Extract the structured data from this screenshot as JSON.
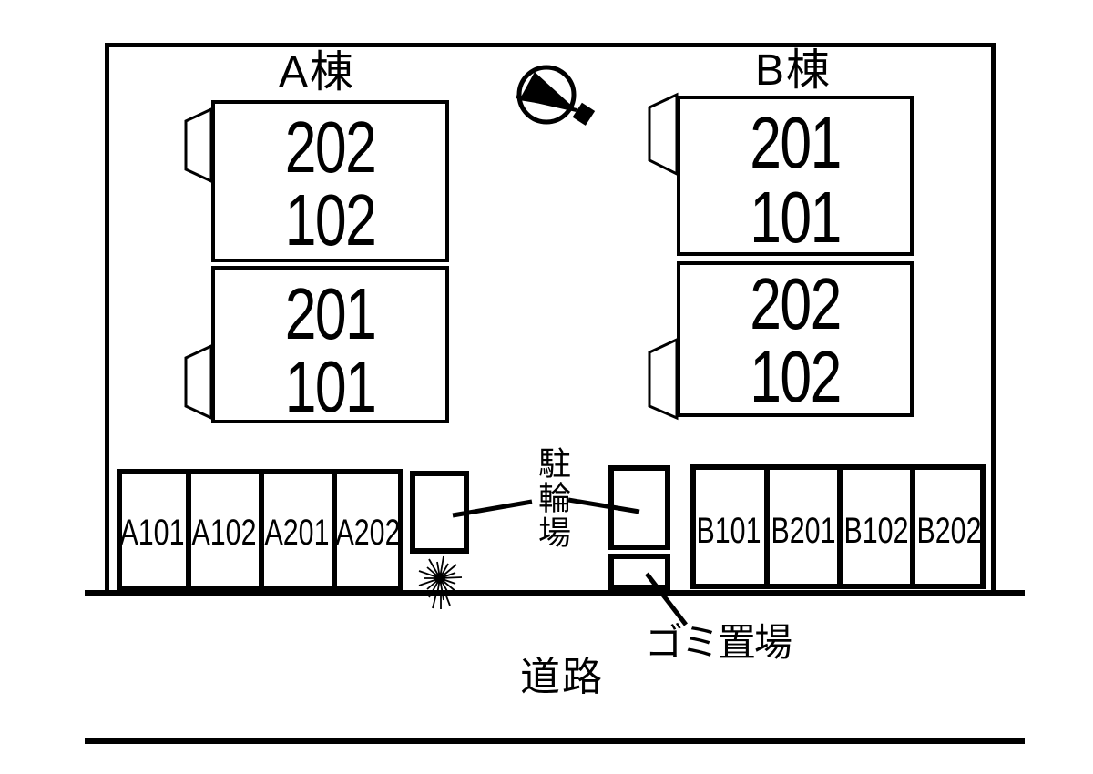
{
  "diagram": {
    "title": "site-layout-plan",
    "buildings": {
      "a": {
        "name": "A棟",
        "units_upper": [
          "202",
          "102"
        ],
        "units_lower": [
          "201",
          "101"
        ]
      },
      "b": {
        "name": "B棟",
        "units_upper": [
          "201",
          "101"
        ],
        "units_lower": [
          "202",
          "102"
        ]
      }
    },
    "parking_row_a": [
      "A101",
      "A102",
      "A201",
      "A202"
    ],
    "parking_row_b": [
      "B101",
      "B201",
      "B102",
      "B202"
    ],
    "labels": {
      "bicycle_area": "駐輪場",
      "garbage_area": "ゴミ置場",
      "road": "道路"
    },
    "icons": {
      "compass": "north-arrow",
      "plant": "shrub"
    },
    "colors": {
      "line": "#000000",
      "background": "#ffffff"
    }
  }
}
